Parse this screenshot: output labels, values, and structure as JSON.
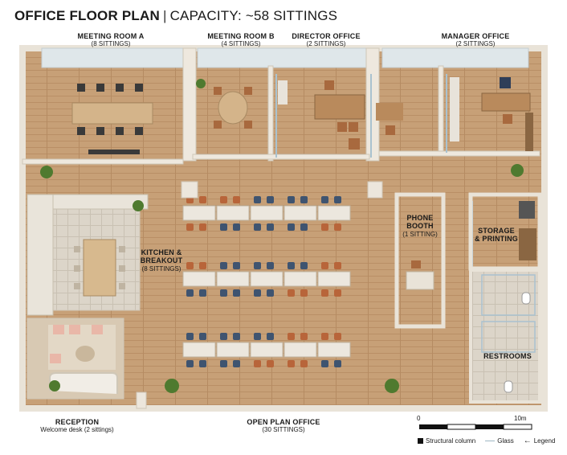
{
  "header": {
    "title_bold": "OFFICE FLOOR PLAN",
    "separator": "|",
    "title_light": "CAPACITY: ~58 SITTINGS"
  },
  "rooms": {
    "meeting_a": {
      "name": "MEETING ROOM A",
      "sub": "(8 SITTINGS)"
    },
    "meeting_b": {
      "name": "MEETING ROOM B",
      "sub": "(4 SITTINGS)"
    },
    "director": {
      "name": "DIRECTOR OFFICE",
      "sub": "(2 SITTINGS)"
    },
    "manager": {
      "name": "MANAGER OFFICE",
      "sub": "(2 SITTINGS)"
    },
    "kitchen": {
      "name1": "KITCHEN &",
      "name2": "BREAKOUT",
      "sub": "(8 SITTINGS)"
    },
    "phone": {
      "name1": "PHONE",
      "name2": "BOOTH",
      "sub": "(1 SITTING)"
    },
    "storage": {
      "name1": "STORAGE",
      "name2": "& PRINTING"
    },
    "restrooms": {
      "name": "RESTROOMS"
    },
    "reception": {
      "name": "RECEPTION",
      "sub": "Welcome desk (2 sittings)"
    },
    "open_plan": {
      "name": "OPEN PLAN OFFICE",
      "sub": "(30 SITTINGS)"
    }
  },
  "scale": {
    "start": "0",
    "end": "10m"
  },
  "legend": {
    "column": "Structural column",
    "glass": "Glass",
    "legend": "Legend"
  },
  "colors": {
    "floor": "#c9a47c",
    "wall": "#efe9df",
    "tile": "#d8d2c6",
    "chair_orange": "#b8653a",
    "chair_blue": "#3f5470",
    "desk": "#ece7de",
    "glass": "#a9c2cf"
  }
}
